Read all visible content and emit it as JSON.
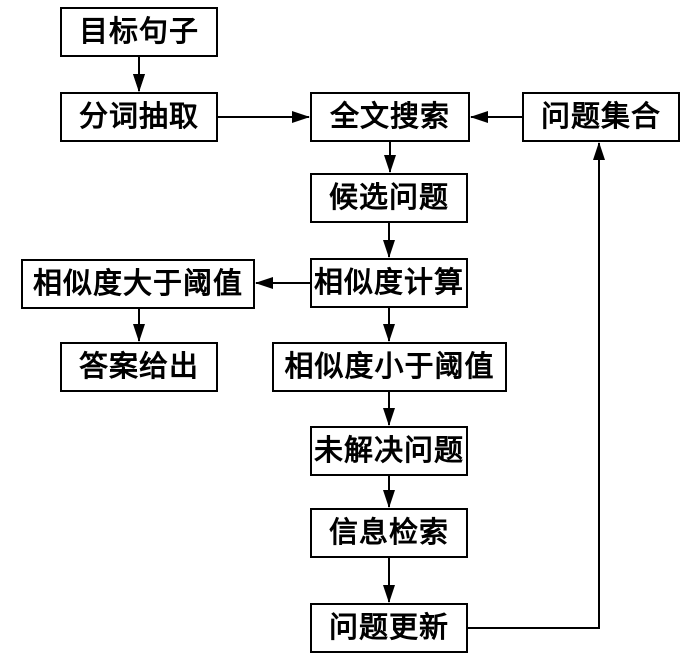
{
  "diagram": {
    "type": "flowchart",
    "title": "",
    "colors": {
      "line": "#000000",
      "box_border": "#000000",
      "box_fill": "#ffffff",
      "background": "#ffffff",
      "text": "#000000"
    },
    "nodes": [
      {
        "id": "target-sentence",
        "label": "目标句子"
      },
      {
        "id": "word-segmentation-extract",
        "label": "分词抽取"
      },
      {
        "id": "full-text-search",
        "label": "全文搜索"
      },
      {
        "id": "question-set",
        "label": "问题集合"
      },
      {
        "id": "candidate-questions",
        "label": "候选问题"
      },
      {
        "id": "similarity-calculation",
        "label": "相似度计算"
      },
      {
        "id": "similarity-above-threshold",
        "label": "相似度大于阈值"
      },
      {
        "id": "answer-output",
        "label": "答案给出"
      },
      {
        "id": "similarity-below-threshold",
        "label": "相似度小于阈值"
      },
      {
        "id": "unsolved-questions",
        "label": "未解决问题"
      },
      {
        "id": "information-retrieval",
        "label": "信息检索"
      },
      {
        "id": "question-update",
        "label": "问题更新"
      }
    ],
    "edges": [
      {
        "from": "target-sentence",
        "to": "word-segmentation-extract"
      },
      {
        "from": "word-segmentation-extract",
        "to": "full-text-search"
      },
      {
        "from": "question-set",
        "to": "full-text-search"
      },
      {
        "from": "full-text-search",
        "to": "candidate-questions"
      },
      {
        "from": "candidate-questions",
        "to": "similarity-calculation"
      },
      {
        "from": "similarity-calculation",
        "to": "similarity-above-threshold"
      },
      {
        "from": "similarity-above-threshold",
        "to": "answer-output"
      },
      {
        "from": "similarity-calculation",
        "to": "similarity-below-threshold"
      },
      {
        "from": "similarity-below-threshold",
        "to": "unsolved-questions"
      },
      {
        "from": "unsolved-questions",
        "to": "information-retrieval"
      },
      {
        "from": "information-retrieval",
        "to": "question-update"
      },
      {
        "from": "question-update",
        "to": "question-set"
      }
    ]
  }
}
